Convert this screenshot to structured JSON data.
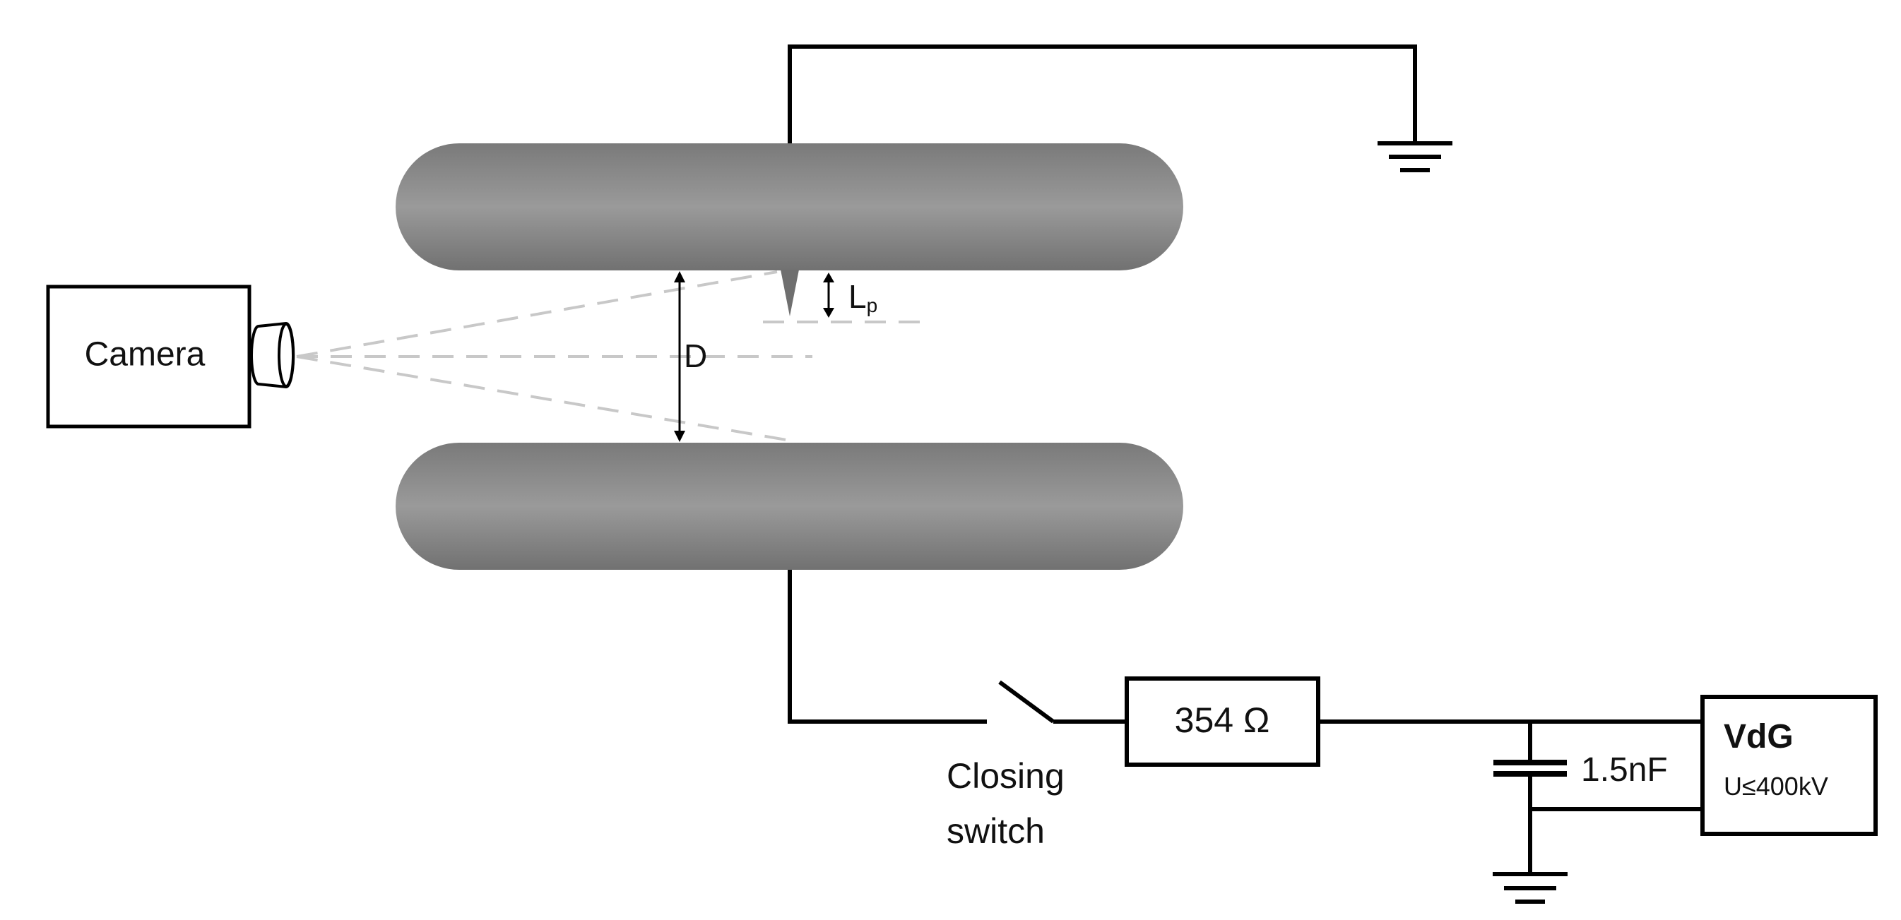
{
  "camera": {
    "label": "Camera"
  },
  "gap": {
    "distance_label": "D"
  },
  "protrusion": {
    "length_label_main": "L",
    "length_label_sub": "p"
  },
  "resistor": {
    "label": "354 Ω"
  },
  "switch": {
    "label_line1": "Closing",
    "label_line2": "switch"
  },
  "capacitor": {
    "label": "1.5nF"
  },
  "generator": {
    "name": "VdG",
    "rating": "U≤400kV"
  },
  "colors": {
    "electrode": "#7a7a7a",
    "wire": "#000000",
    "sight_lines": "#c8c8c8"
  }
}
